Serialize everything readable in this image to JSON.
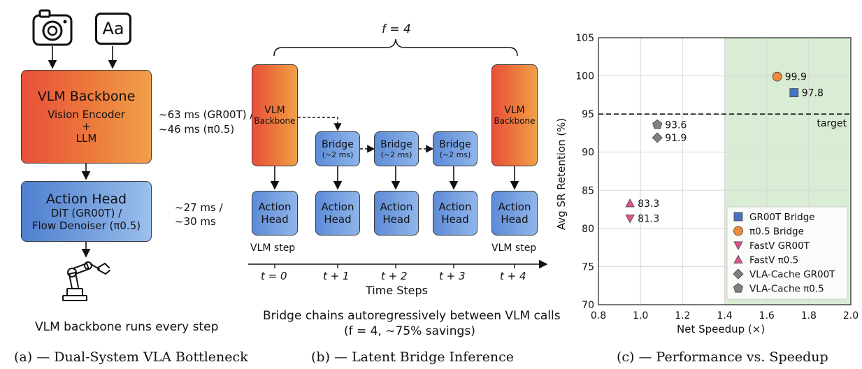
{
  "panel_a": {
    "vlm_title": "VLM Backbone",
    "vlm_line1": "Vision Encoder",
    "vlm_line2": "+",
    "vlm_line3": "LLM",
    "vlm_timing_1": "~63 ms (GR00T) /",
    "vlm_timing_2": "~46 ms (π0.5)",
    "ah_title": "Action Head",
    "ah_line1": "DiT (GR00T) /",
    "ah_line2": "Flow Denoiser (π0.5)",
    "ah_timing_1": "~27 ms /",
    "ah_timing_2": "~30 ms",
    "text_icon": "Aa",
    "bottom_text": "VLM backbone runs every step",
    "caption": "(a) — Dual-System VLA Bottleneck"
  },
  "panel_b": {
    "f_label": "f = 4",
    "vlm_line1": "VLM",
    "vlm_line2": "Backbone",
    "bridge_label": "Bridge",
    "bridge_time": "(~2 ms)",
    "ah_line1": "Action",
    "ah_line2": "Head",
    "vlm_step": "VLM step",
    "ticks": [
      "t = 0",
      "t + 1",
      "t + 2",
      "t + 3",
      "t + 4"
    ],
    "axis_label": "Time Steps",
    "desc_1": "Bridge chains autoregressively between VLM calls",
    "desc_2": "(f = 4, ~75% savings)",
    "caption": "(b) — Latent Bridge Inference"
  },
  "panel_c": {
    "caption": "(c) — Performance vs. Speedup",
    "target_label": "target"
  },
  "chart_data": {
    "type": "scatter",
    "xlabel": "Net Speedup (×)",
    "ylabel": "Avg SR Retention (%)",
    "xlim": [
      0.8,
      2.0
    ],
    "ylim": [
      70,
      105
    ],
    "xticks": [
      "0.8",
      "1.0",
      "1.2",
      "1.4",
      "1.6",
      "1.8",
      "2.0"
    ],
    "yticks": [
      "70",
      "75",
      "80",
      "85",
      "90",
      "95",
      "100",
      "105"
    ],
    "grid": true,
    "target_line": 95,
    "shaded_region_x": [
      1.4,
      2.0
    ],
    "legend_position": "bottom-right",
    "series": [
      {
        "name": "GR00T Bridge",
        "marker": "square",
        "color": "#4a72c4",
        "points": [
          {
            "x": 1.73,
            "y": 97.8,
            "label": "97.8"
          }
        ]
      },
      {
        "name": "π0.5 Bridge",
        "marker": "circle",
        "color": "#ef8a3a",
        "points": [
          {
            "x": 1.65,
            "y": 99.9,
            "label": "99.9"
          }
        ]
      },
      {
        "name": "FastV GR00T",
        "marker": "triangle-down",
        "color": "#e0528f",
        "points": [
          {
            "x": 0.95,
            "y": 81.3,
            "label": "81.3"
          }
        ]
      },
      {
        "name": "FastV π0.5",
        "marker": "triangle-up",
        "color": "#e0528f",
        "points": [
          {
            "x": 0.95,
            "y": 83.3,
            "label": "83.3"
          }
        ]
      },
      {
        "name": "VLA-Cache GR00T",
        "marker": "diamond",
        "color": "#808080",
        "points": [
          {
            "x": 1.08,
            "y": 91.9,
            "label": "91.9"
          }
        ]
      },
      {
        "name": "VLA-Cache π0.5",
        "marker": "pentagon",
        "color": "#808080",
        "points": [
          {
            "x": 1.08,
            "y": 93.6,
            "label": "93.6"
          }
        ]
      }
    ]
  }
}
